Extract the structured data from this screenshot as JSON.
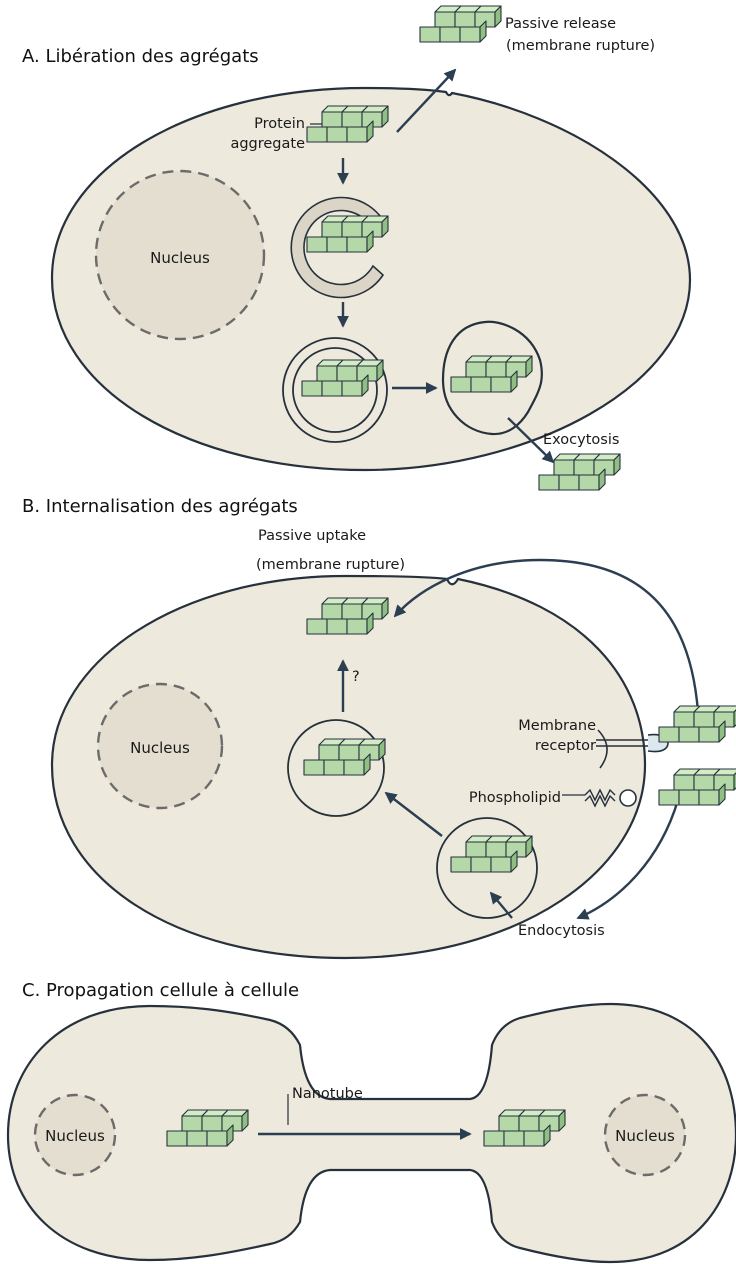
{
  "panel_a": {
    "title": "A. Libération des agrégats",
    "nucleus": "Nucleus",
    "protein_aggregate_line1": "Protein",
    "protein_aggregate_line2": "aggregate",
    "passive_release_line1": "Passive release",
    "passive_release_line2": "(membrane rupture)",
    "exocytosis": "Exocytosis"
  },
  "panel_b": {
    "title": "B. Internalisation des agrégats",
    "nucleus": "Nucleus",
    "passive_uptake_line1": "Passive uptake",
    "passive_uptake_line2": "(membrane rupture)",
    "question_mark": "?",
    "membrane_receptor_line1": "Membrane",
    "membrane_receptor_line2": "receptor",
    "phospholipid": "Phospholipid",
    "endocytosis": "Endocytosis"
  },
  "panel_c": {
    "title": "C. Propagation cellule à cellule",
    "nucleus_left": "Nucleus",
    "nucleus_right": "Nucleus",
    "nanotube": "Nanotube"
  },
  "colors": {
    "aggregate_fill": "#b5d8a8",
    "aggregate_top": "#d2ecc5",
    "aggregate_side": "#8fbf82",
    "cell_fill": "#ede9dd",
    "nucleus_fill": "#e3decf",
    "outline": "#27313c",
    "arrow": "#2c3e52"
  }
}
